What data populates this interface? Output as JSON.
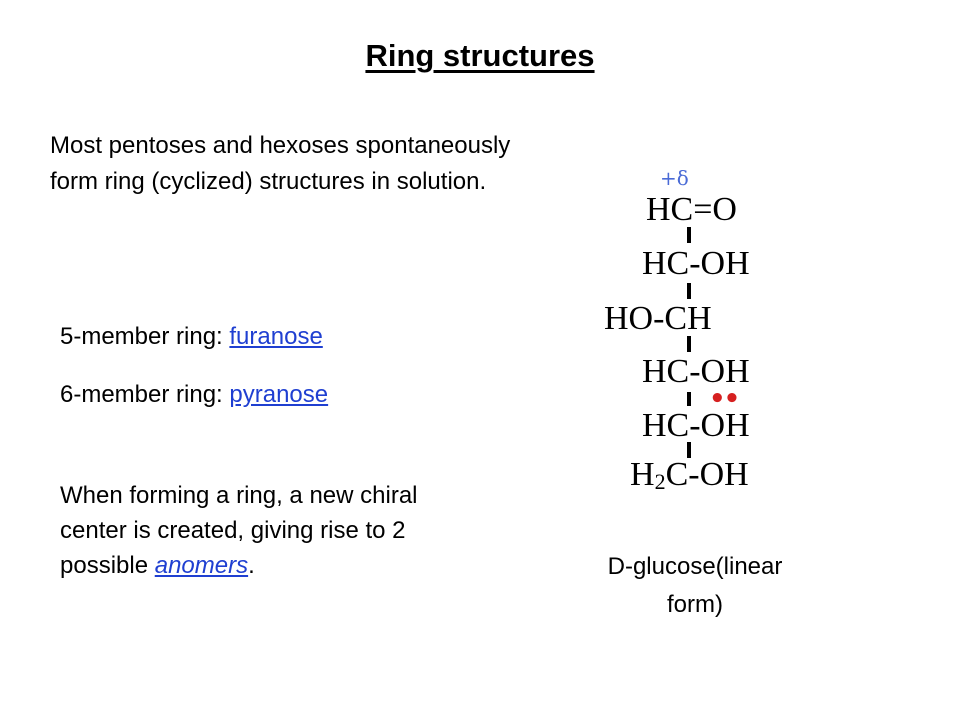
{
  "slide": {
    "title": "Ring structures",
    "intro": "Most pentoses and hexoses spontaneously form ring (cyclized) structures in solution.",
    "rings": [
      {
        "label": "5-member ring: ",
        "link": "furanose"
      },
      {
        "label": "6-member ring: ",
        "link": "pyranose"
      }
    ],
    "anomer_text_before": "When forming a ring, a new chiral center is created, giving rise to 2 possible ",
    "anomer_link": "anomers",
    "anomer_text_after": "."
  },
  "structure": {
    "partial_charge": "+δ",
    "rows": [
      {
        "pre": "HC=O",
        "sub": "",
        "post": ""
      },
      {
        "pre": "HC-OH",
        "sub": "",
        "post": ""
      },
      {
        "pre": "HO-CH",
        "sub": "",
        "post": ""
      },
      {
        "pre": "HC-OH",
        "sub": "",
        "post": ""
      },
      {
        "pre": "HC-OH",
        "sub": "",
        "post": ""
      },
      {
        "pre": "H",
        "sub": "2",
        "post": "C-OH"
      }
    ],
    "lone_pair": "••",
    "caption": "D-glucose(linear form)",
    "lone_pair_color": "#d62020",
    "delta_color": "#4a6bd6",
    "link_color": "#1f3fd1"
  }
}
